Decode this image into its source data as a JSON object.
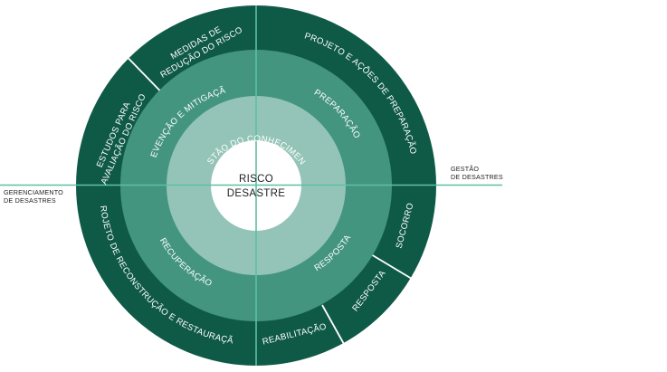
{
  "colors": {
    "outer_ring": "#0f5a47",
    "middle_ring": "#43957f",
    "inner_ring": "#94c4b7",
    "center": "#ffffff",
    "axis_line": "#5cc0a3",
    "divider": "#ffffff"
  },
  "center": {
    "line1": "RISCO",
    "line2": "DESASTRE"
  },
  "inner_ring": {
    "label": "GESTÃO DO CONHECIMENTO"
  },
  "middle_ring": {
    "prevention": "PREVENÇÃO E MITIGAÇÃO",
    "preparation": "PREPARAÇÃO",
    "response": "RESPOSTA",
    "recovery": "RECUPERAÇÃO"
  },
  "outer_ring": {
    "risk_reduction_line1": "MEDIDAS DE",
    "risk_reduction_line2": "REDUÇÃO DO RISCO",
    "studies_line1": "ESTUDOS PARA",
    "studies_line2": "AVALIAÇÃO DO RISCO",
    "project_actions": "PROJETO E AÇÕES DE PREPARAÇÃO",
    "relief": "SOCORRO",
    "response": "RESPOSTA",
    "rehabilitation": "REABILITAÇÃO",
    "reconstruction": "PROJETO DE RECONSTRUÇÃO E RESTAURAÇÃO"
  },
  "axis_labels": {
    "left_line1": "GERENCIAMENTO",
    "left_line2": "DE DESASTRES",
    "right_line1": "GESTÃO",
    "right_line2": "DE DESASTRES"
  }
}
